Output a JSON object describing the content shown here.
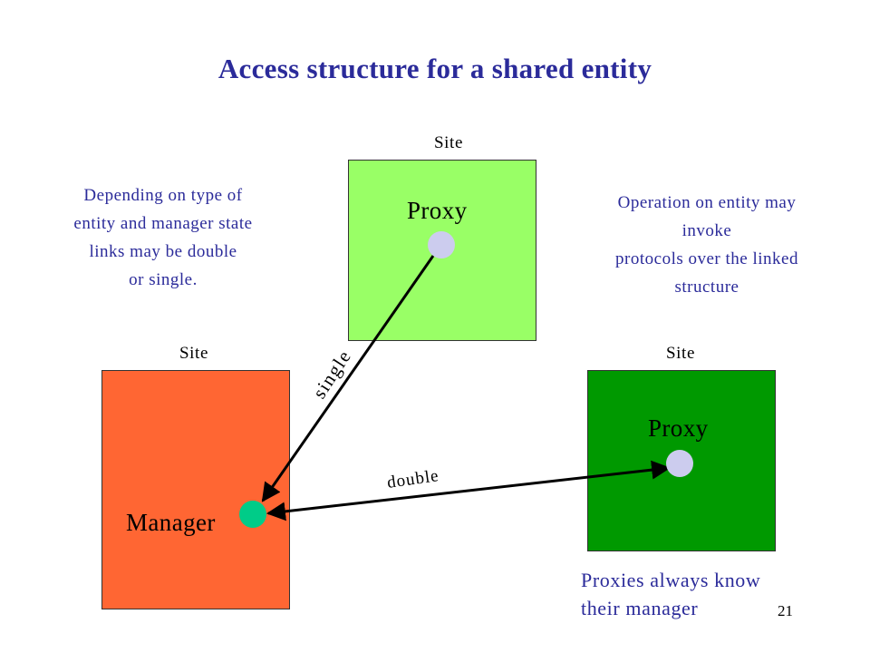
{
  "title": "Access structure for a shared entity",
  "sites": {
    "top": {
      "label": "Site",
      "node_label": "Proxy",
      "fill": "#99ff66"
    },
    "left": {
      "label": "Site",
      "node_label": "Manager",
      "fill": "#ff6633"
    },
    "right": {
      "label": "Site",
      "node_label": "Proxy",
      "fill": "#009900"
    }
  },
  "colors": {
    "proxy_dot": "#ccccee",
    "manager_dot": "#00cc88",
    "text_accent": "#2b2b9a"
  },
  "notes": {
    "left": [
      "Depending on type of",
      "entity and manager state",
      "links may be double",
      "or single."
    ],
    "right": [
      "Operation on entity may",
      "invoke",
      "protocols over the linked",
      "structure"
    ]
  },
  "edges": {
    "single_label": "single",
    "double_label": "double"
  },
  "footer_note": [
    "Proxies always know",
    "their manager"
  ],
  "page_number": "21"
}
